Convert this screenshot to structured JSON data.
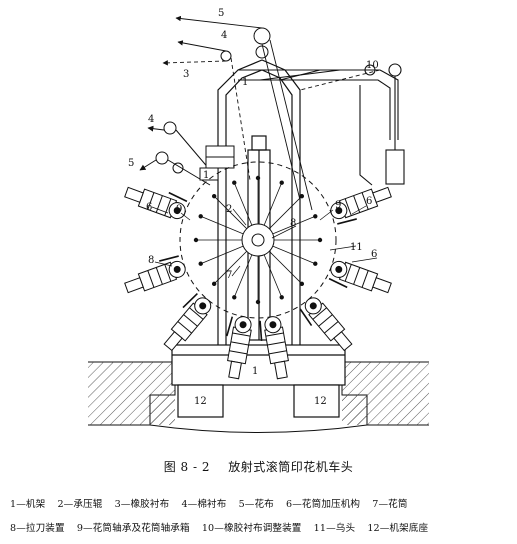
{
  "figure": {
    "number": "图 8 - 2",
    "title": "放射式滚筒印花机车头"
  },
  "legend_rows": [
    [
      "1—机架",
      "2—承压辊",
      "3—橡胶衬布",
      "4—棉衬布",
      "5—花布",
      "6—花筒加压机构",
      "7—花筒"
    ],
    [
      "8—拉刀装置",
      "9—花筒轴承及花筒轴承箱",
      "10—橡胶衬布调整装置",
      "11—乌头",
      "12—机架底座"
    ]
  ],
  "labels": {
    "frame": "1",
    "frame_top": "1",
    "pressure_roller": "2",
    "rubber_blanket": "3",
    "cotton_blanket": "4",
    "print_cloth_top": "5",
    "print_cloth_left": "5",
    "pressure_mechanism_left": "6",
    "pressure_mechanism_right_top": "6",
    "pressure_mechanism_right_mid": "6",
    "roller_left": "7",
    "doctor_left": "8",
    "doctor_center": "8",
    "bearing_left": "9",
    "bearing_right": "9",
    "blanket_adjust": "10",
    "crow_head": "11",
    "base_left": "12",
    "base_right": "12"
  }
}
